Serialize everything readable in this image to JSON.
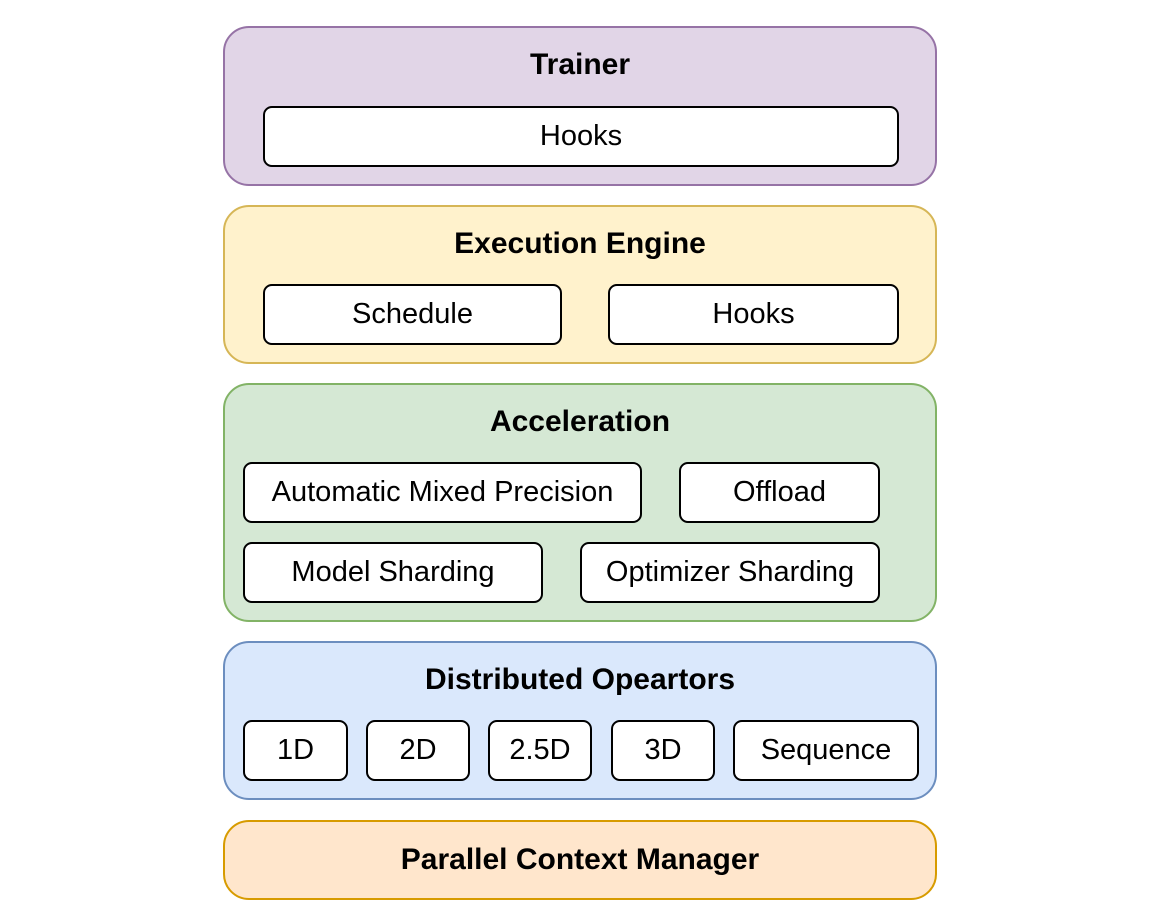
{
  "layers": {
    "trainer": {
      "title": "Trainer",
      "components": [
        "Hooks"
      ]
    },
    "execution_engine": {
      "title": "Execution Engine",
      "components": [
        "Schedule",
        "Hooks"
      ]
    },
    "acceleration": {
      "title": "Acceleration",
      "components": [
        "Automatic Mixed Precision",
        "Offload",
        "Model Sharding",
        "Optimizer Sharding"
      ]
    },
    "distributed_operators": {
      "title": "Distributed Opeartors",
      "components": [
        "1D",
        "2D",
        "2.5D",
        "3D",
        "Sequence"
      ]
    },
    "parallel_context_manager": {
      "title": "Parallel Context Manager"
    }
  },
  "colors": {
    "trainer_fill": "#e1d5e7",
    "trainer_stroke": "#9673a6",
    "engine_fill": "#fff2cc",
    "engine_stroke": "#d6b656",
    "acceleration_fill": "#d5e8d4",
    "acceleration_stroke": "#82b366",
    "distributed_fill": "#dae8fc",
    "distributed_stroke": "#6c8ebf",
    "pcm_fill": "#ffe6cc",
    "pcm_stroke": "#d79b00"
  }
}
